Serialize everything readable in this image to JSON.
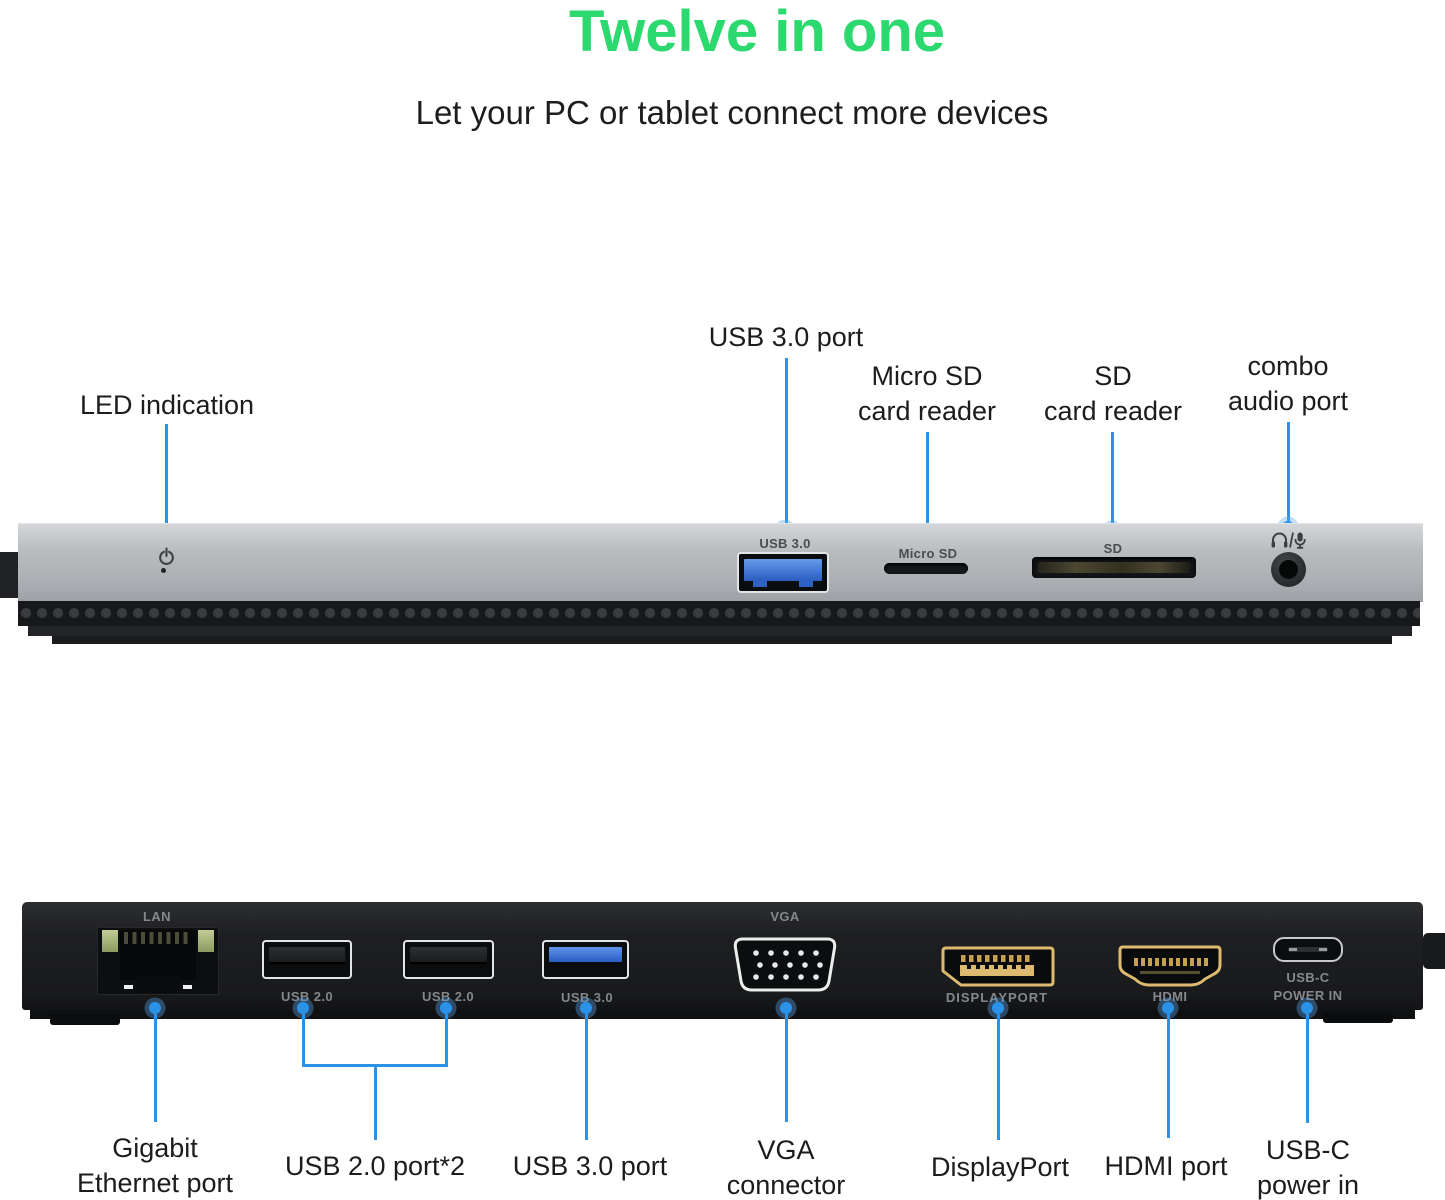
{
  "title": "Twelve in one",
  "subtitle": "Let your PC or tablet connect more devices",
  "colors": {
    "title_green": "#2bd96f",
    "callout_blue": "#2a93e8",
    "port_gold": "#dcbb70",
    "usb_blue": "#2e6fd6"
  },
  "front_view": {
    "port_labels": {
      "usb3": "USB 3.0",
      "microsd": "Micro SD",
      "sd": "SD"
    },
    "callouts": {
      "led": {
        "line1": "LED indication"
      },
      "usb3": {
        "line1": "USB 3.0 port"
      },
      "microsd": {
        "line1": "Micro SD",
        "line2": "card reader"
      },
      "sd": {
        "line1": "SD",
        "line2": "card reader"
      },
      "audio": {
        "line1": "combo",
        "line2": "audio port"
      }
    }
  },
  "rear_view": {
    "port_labels": {
      "lan": "LAN",
      "usb2_left": "USB 2.0",
      "usb2_right": "USB 2.0",
      "usb3": "USB 3.0",
      "vga": "VGA",
      "displayport": "DISPLAYPORT",
      "hdmi": "HDMI",
      "usbc_line1": "USB-C",
      "usbc_line2": "POWER IN"
    },
    "callouts": {
      "ethernet": {
        "line1": "Gigabit",
        "line2": "Ethernet port"
      },
      "usb2": {
        "line1": "USB 2.0 port*2"
      },
      "usb3": {
        "line1": "USB 3.0 port"
      },
      "vga": {
        "line1": "VGA",
        "line2": "connector"
      },
      "displayport": {
        "line1": "DisplayPort"
      },
      "hdmi": {
        "line1": "HDMI port"
      },
      "usbc": {
        "line1": "USB-C",
        "line2": "power in"
      }
    }
  }
}
